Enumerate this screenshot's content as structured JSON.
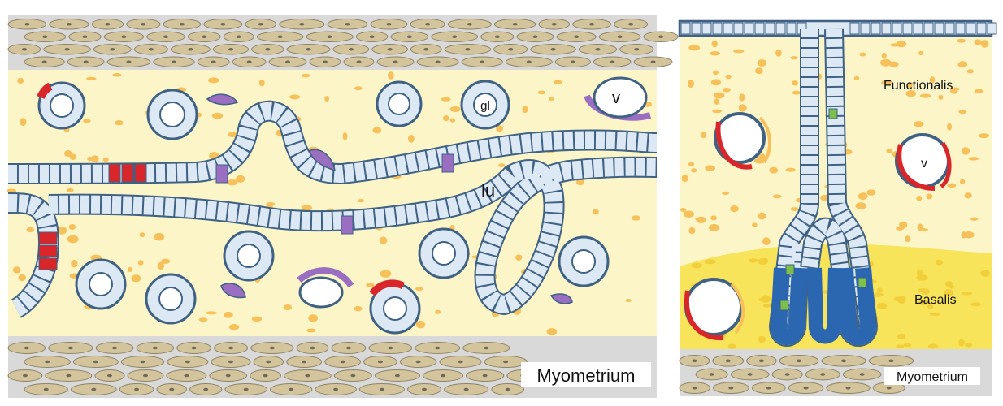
{
  "left_panel": {
    "labels": {
      "lumen": "lu",
      "gland": "gl",
      "vessel": "v",
      "myometrium": "Myometrium"
    }
  },
  "right_panel": {
    "labels": {
      "functionalis": "Functionalis",
      "basalis": "Basalis",
      "vessel": "v",
      "myometrium": "Myometrium"
    }
  },
  "colors": {
    "stroma": "#fbf5c8",
    "basalis_stroma": "#f7e45a",
    "stroma_cell": "#f6c15a",
    "myometrium_band": "#d9d9d9",
    "muscle_cell": "#d4c49c",
    "epithelium_fill": "#dce9f5",
    "epithelium_outline": "#3f6184",
    "basal_epithelium": "#2a67b0",
    "red_cell": "#d8262a",
    "purple_cell": "#9a6ec0",
    "green_cell": "#7cc04b"
  }
}
